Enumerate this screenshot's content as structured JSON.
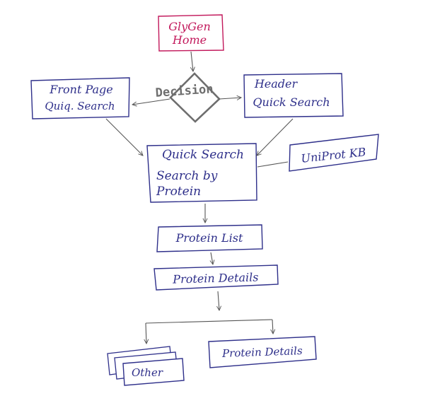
{
  "colors": {
    "ink_blue": "#2e2f8a",
    "ink_red": "#c2185b",
    "ink_gray": "#6e6e6e",
    "background": "#ffffff"
  },
  "nodes": {
    "home": {
      "line1": "GlyGen",
      "line2": "Home"
    },
    "decision": {
      "label": "Decision"
    },
    "front_page": {
      "line1": "Front Page",
      "line2": "Quiq. Search"
    },
    "header": {
      "line1": "Header",
      "line2": "Quick Search"
    },
    "quick_search": {
      "line1": "Quick Search",
      "line2": "Search by",
      "line3": "Protein"
    },
    "uniprot": {
      "label": "UniProt KB"
    },
    "protein_list": {
      "label": "Protein List"
    },
    "protein_details_main": {
      "label": "Protein Details"
    },
    "protein_details_branch": {
      "label": "Protein Details"
    },
    "other": {
      "label": "Other"
    }
  }
}
